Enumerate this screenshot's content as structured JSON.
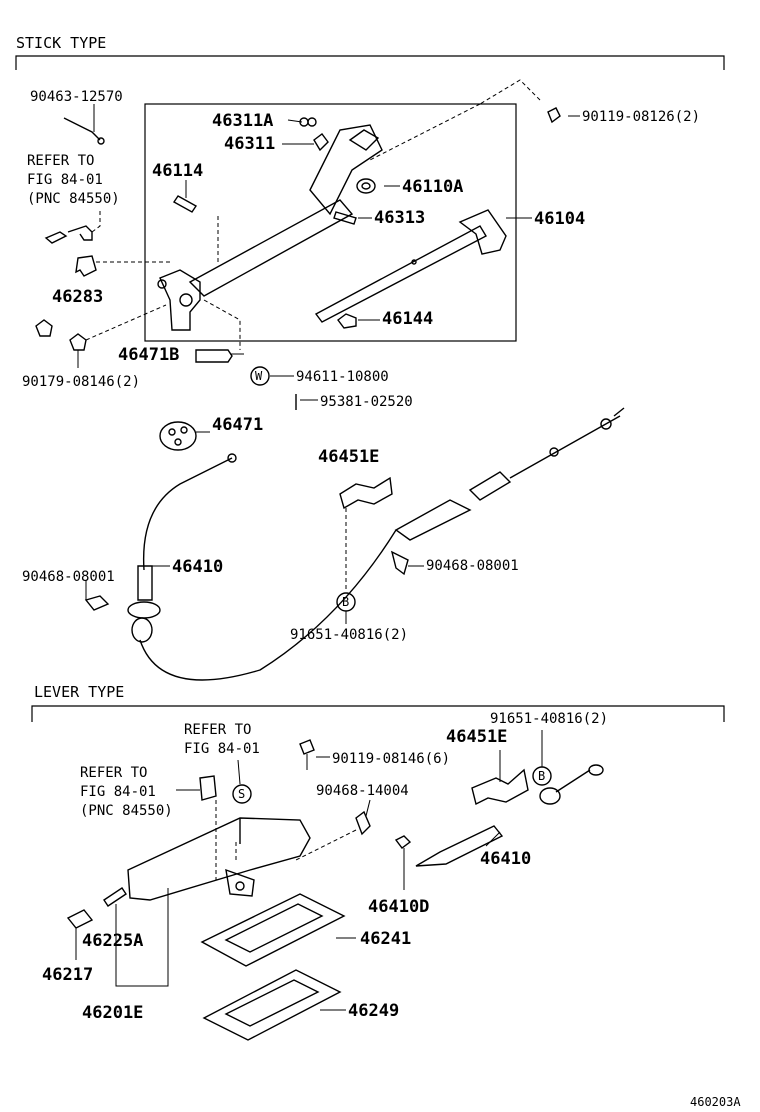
{
  "sections": {
    "stick": "STICK TYPE",
    "lever": "LEVER TYPE"
  },
  "diagram_code": "460203A",
  "stick_parts": {
    "p1": "90463-12570",
    "refer1_l1": "REFER TO",
    "refer1_l2": "FIG 84-01",
    "refer1_l3": "(PNC 84550)",
    "p2": "46283",
    "p3": "90179-08146(2)",
    "p4": "46471B",
    "p5": "46311A",
    "p6": "46311",
    "p7": "46114",
    "p8": "90119-08126(2)",
    "p9": "46110A",
    "p10": "46313",
    "p11": "46104",
    "p12": "46144",
    "p13": "94611-10800",
    "p14": "95381-02520",
    "p15": "46471",
    "p16": "46451E",
    "p17": "46410",
    "p18": "90468-08001",
    "p19": "90468-08001",
    "p20": "91651-40816(2)"
  },
  "lever_parts": {
    "p1": "91651-40816(2)",
    "refer1_l1": "REFER TO",
    "refer1_l2": "FIG 84-01",
    "refer2_l1": "REFER TO",
    "refer2_l2": "FIG 84-01",
    "refer2_l3": "(PNC 84550)",
    "p2": "46451E",
    "p3": "90119-08146(6)",
    "p4": "90468-14004",
    "p5": "46410",
    "p6": "46410D",
    "p7": "46241",
    "p8": "46225A",
    "p9": "46217",
    "p10": "46201E",
    "p11": "46249"
  },
  "markers": {
    "w": "W",
    "b1": "B",
    "b2": "B",
    "s": "S"
  }
}
